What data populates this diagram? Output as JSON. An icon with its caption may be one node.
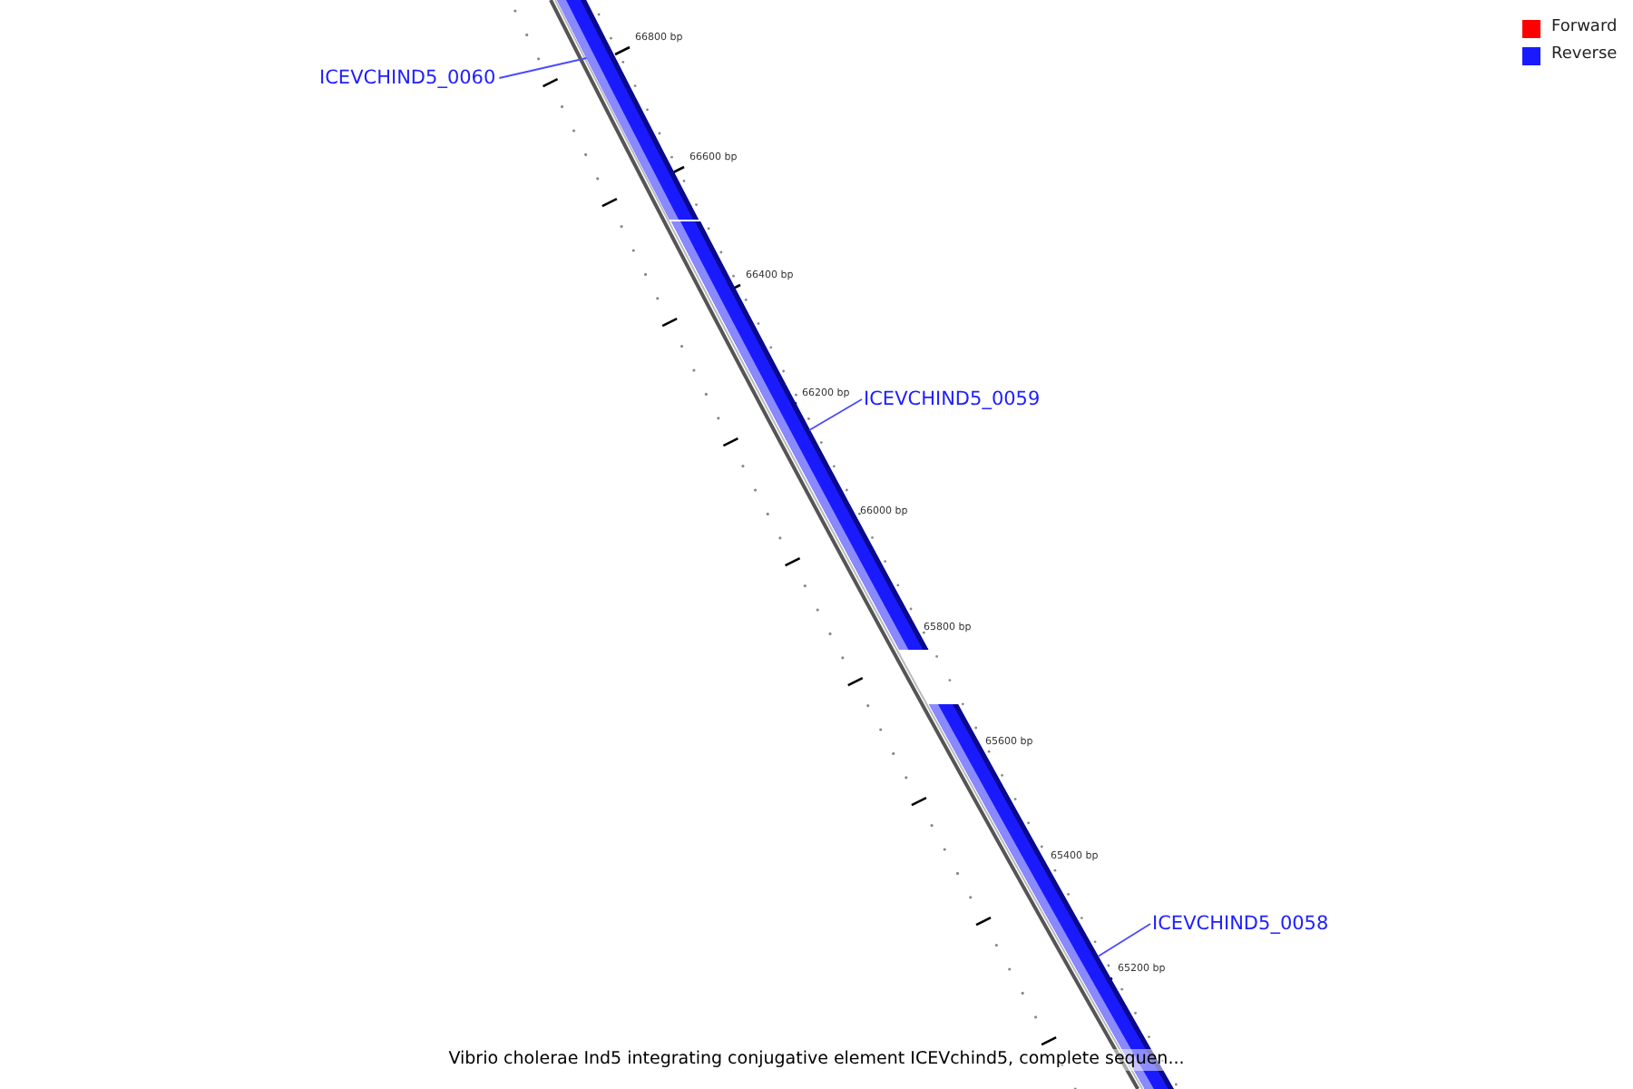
{
  "diagram": {
    "caption": "Vibrio cholerae Ind5 integrating conjugative element ICEVchind5, complete sequen...",
    "nodes": [
      {
        "text": [
          "ICEVCHIND5_0060"
        ]
      },
      {
        "text": [
          "ICEVCHIND5_0059"
        ]
      },
      {
        "text": [
          "ICEVCHIND5_0058"
        ]
      },
      {
        "text": [],
        "shape": "bar"
      },
      {
        "text": [],
        "shape": "bar"
      },
      {
        "text": [],
        "shape": "bar"
      }
    ],
    "edges": [
      {
        "from": 0,
        "to": 3,
        "arrow": "none"
      },
      {
        "from": 1,
        "to": 4,
        "arrow": "none"
      },
      {
        "from": 2,
        "to": 5,
        "arrow": "none"
      }
    ],
    "labels": [
      "66800 bp",
      "66600 bp",
      "66400 bp",
      "66200 bp",
      "66000 bp",
      "65800 bp",
      "65600 bp",
      "65400 bp",
      "65200 bp"
    ],
    "legend": [
      {
        "text": "Forward",
        "color": "#ff0000"
      },
      {
        "text": "Reverse",
        "color": "#1a1aff"
      }
    ]
  }
}
